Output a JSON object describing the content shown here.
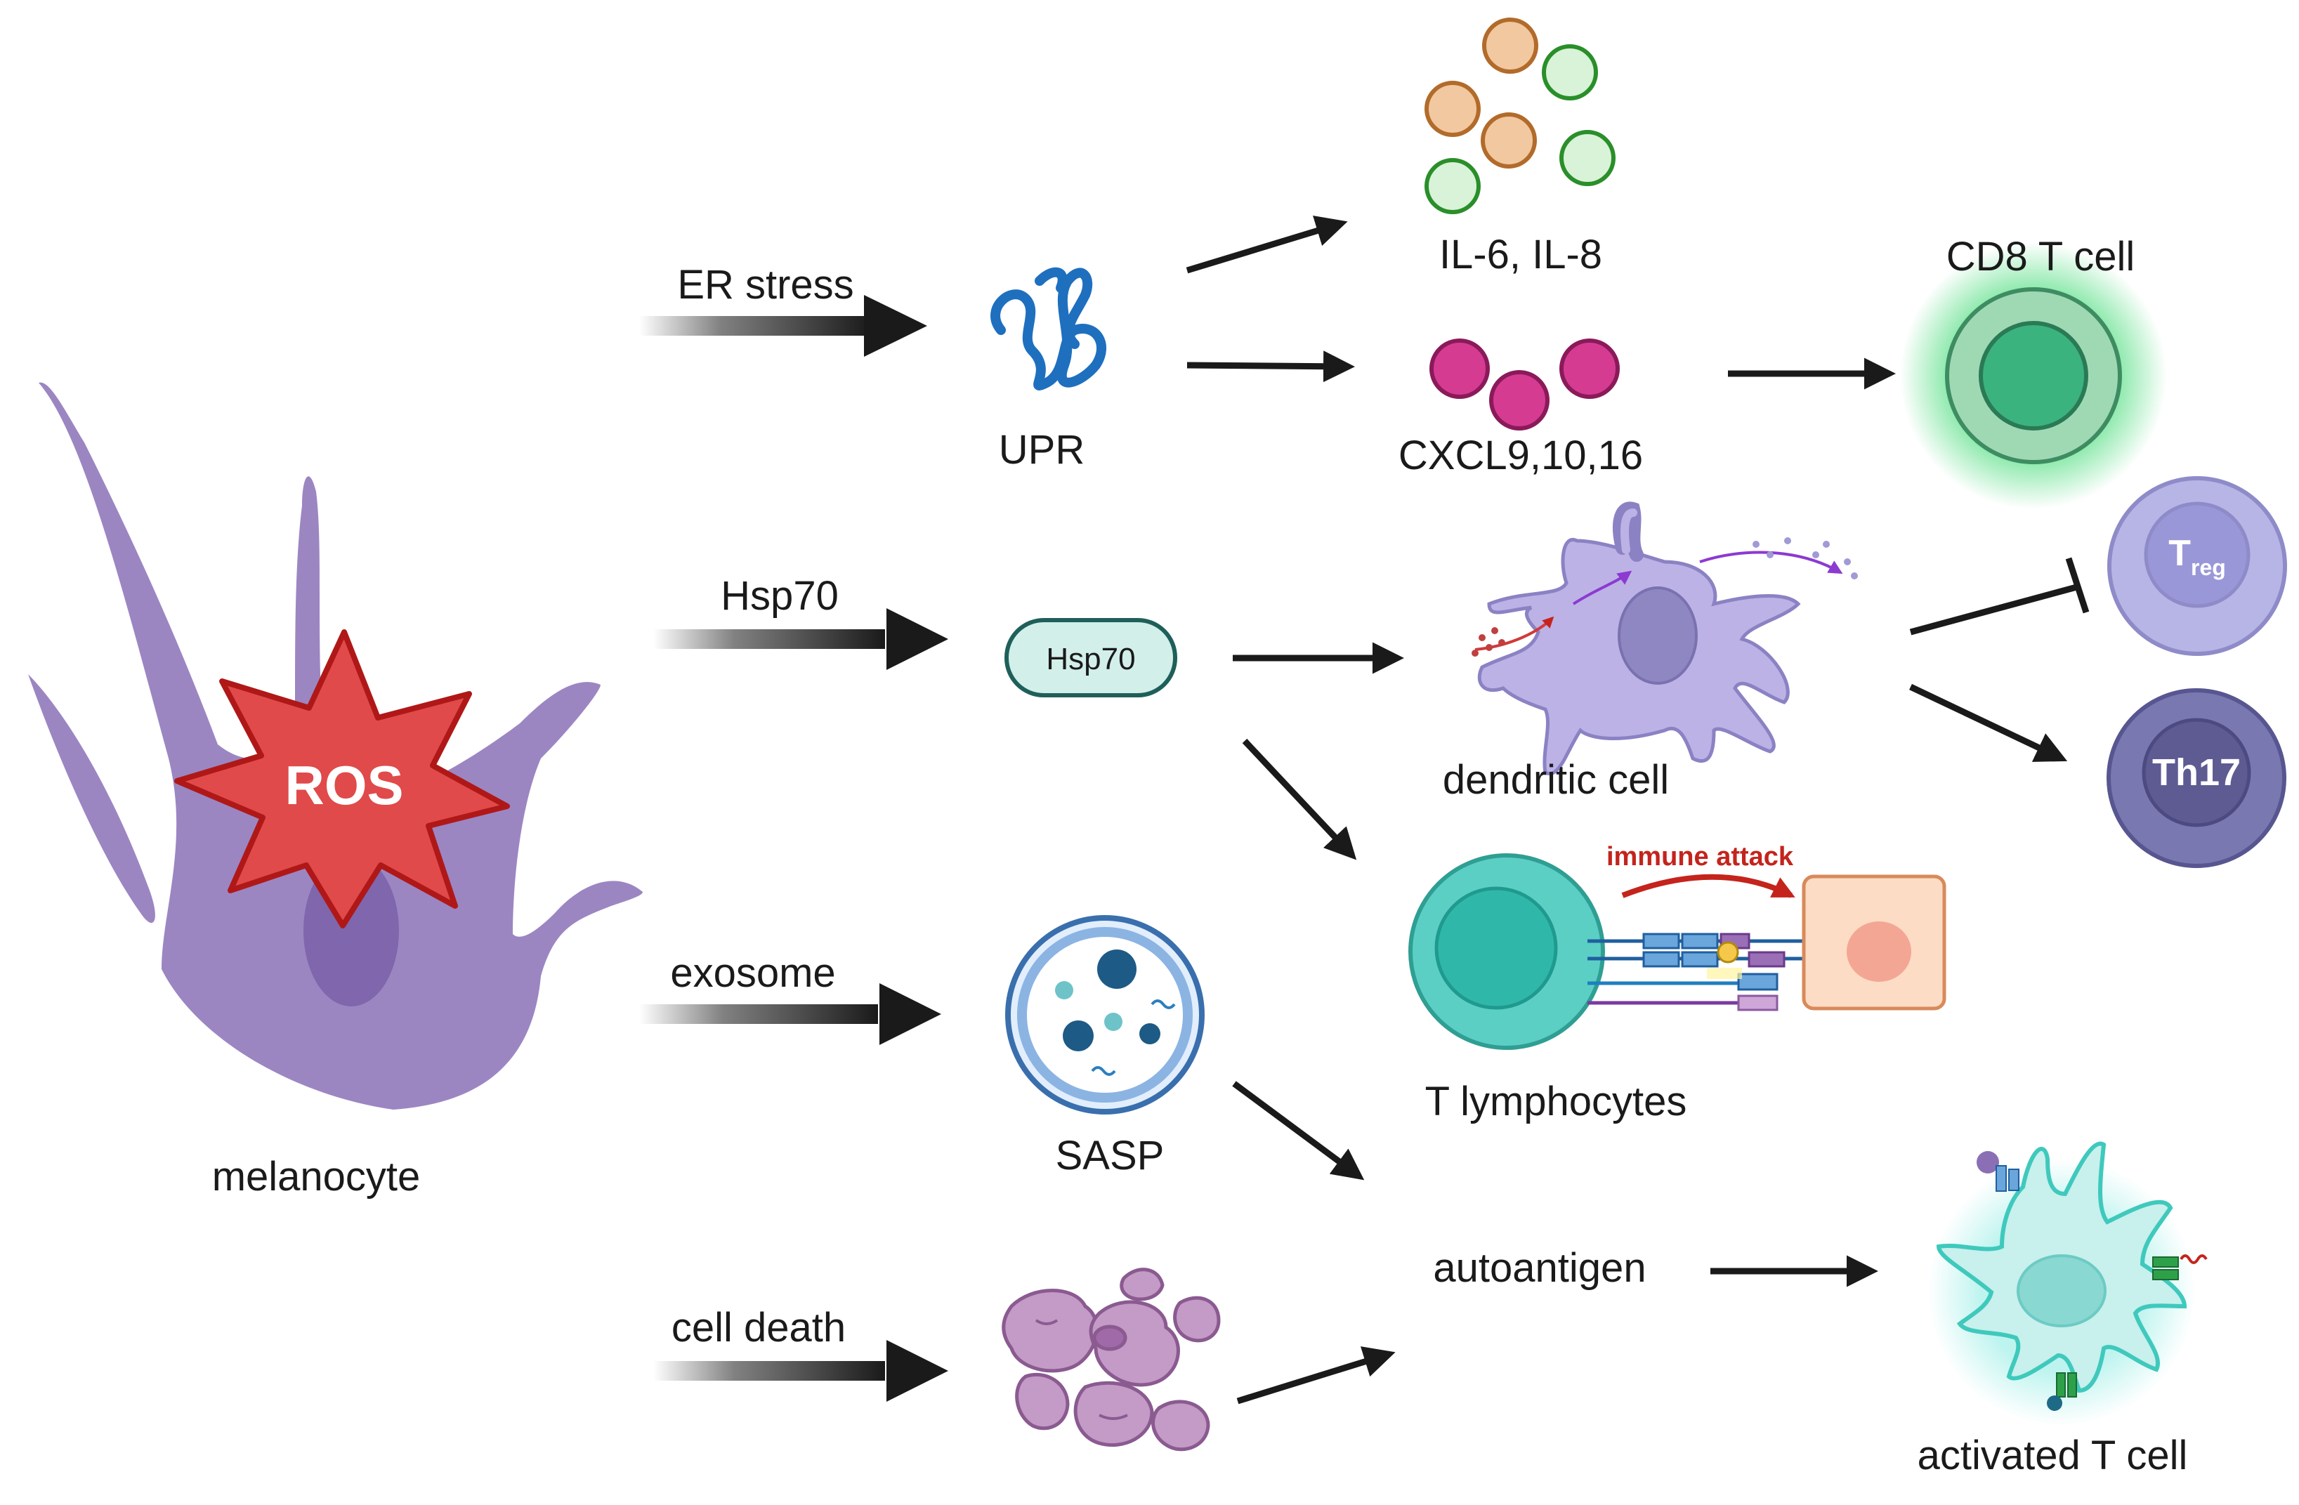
{
  "trigger": {
    "label": "ROS",
    "fill": "#e04a4a",
    "stroke": "#b01818"
  },
  "cells": {
    "melanocyte": "melanocyte",
    "upr": "UPR",
    "il": "IL-6, IL-8",
    "cxcl": "CXCL9,10,16",
    "cd8": "CD8 T cell",
    "dendritic": "dendritic cell",
    "treg_main": "T",
    "treg_sub": "reg",
    "th17": "Th17",
    "tlymph": "T lymphocytes",
    "hsp70_badge": "Hsp70",
    "sasp": "SASP",
    "autoantigen": "autoantigen",
    "activated": "activated T cell",
    "immune_attack": "immune attack"
  },
  "pathways": {
    "er_stress": "ER stress",
    "hsp70": "Hsp70",
    "exosome": "exosome",
    "cell_death": "cell death"
  },
  "colors": {
    "melanocyte": "#9b86c2",
    "upr_protein": "#1f6fbf",
    "il6": "#f1c8a0",
    "il8": "#d8f3d8",
    "cxcl": "#d63b92",
    "cd8_glow": "#5ee08a",
    "cd8_nucleus": "#3bb37f",
    "dendritic": "#bcb2e6",
    "treg": "#b7b5e6",
    "th17": "#7a78b0",
    "tlymph": "#5ccfc4",
    "activated": "#c8f0ec",
    "attack": "#c4241c",
    "sasp_ring": "#8bb4e3",
    "debris": "#c39bc6"
  },
  "icons": [
    "starburst-icon",
    "protein-icon",
    "vesicle-icon",
    "debris-icon",
    "t-cell-icon",
    "dendritic-cell-icon"
  ]
}
